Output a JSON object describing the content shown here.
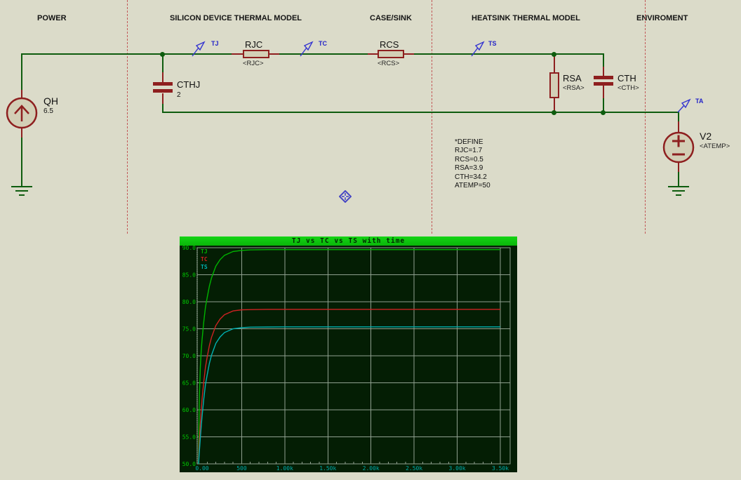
{
  "sections": [
    {
      "label": "POWER"
    },
    {
      "label": "SILICON DEVICE THERMAL MODEL"
    },
    {
      "label": "CASE/SINK"
    },
    {
      "label": "HEATSINK THERMAL MODEL"
    },
    {
      "label": "ENVIROMENT"
    }
  ],
  "components": {
    "qh": {
      "name": "QH",
      "value": "6.5"
    },
    "cthj": {
      "name": "CTHJ",
      "value": "2"
    },
    "rjc": {
      "name": "RJC",
      "param": "<RJC>"
    },
    "rcs": {
      "name": "RCS",
      "param": "<RCS>"
    },
    "rsa": {
      "name": "RSA",
      "param": "<RSA>"
    },
    "cth": {
      "name": "CTH",
      "param": "<CTH>"
    },
    "v2": {
      "name": "V2",
      "param": "<ATEMP>"
    }
  },
  "probes": {
    "tj": "TJ",
    "tc": "TC",
    "ts": "TS",
    "ta": "TA"
  },
  "define_block": [
    "*DEFINE",
    "RJC=1.7",
    "RCS=0.5",
    "RSA=3.9",
    "CTH=34.2",
    "ATEMP=50"
  ],
  "colors": {
    "background": "#DBDBC9",
    "wire_green": "#0E5C0E",
    "pin_red": "#8E1F1F",
    "probe_blue": "#2424C8",
    "divider_red": "#C25858",
    "chart_bg": "#041E04",
    "chart_titlebar": "#0AC60A",
    "grid_line": "#8FA08F",
    "tj_green": "#00B400",
    "tc_red": "#CC2222",
    "ts_cyan": "#00B2B2",
    "x_label": "#00AAAA",
    "y_label": "#00C800"
  },
  "chart_data": {
    "type": "line",
    "title": "TJ vs TC vs TS with time",
    "xlabel": "",
    "ylabel": "",
    "xlim": [
      0,
      3500
    ],
    "ylim": [
      50,
      90
    ],
    "grid": true,
    "legend_position": "top-left",
    "xticks": [
      0,
      500,
      1000,
      1500,
      2000,
      2500,
      3000,
      3500
    ],
    "xtick_labels": [
      "0.00",
      "500",
      "1.00k",
      "1.50k",
      "2.00k",
      "2.50k",
      "3.00k",
      "3.50k"
    ],
    "yticks": [
      50,
      55,
      60,
      65,
      70,
      75,
      80,
      85,
      90
    ],
    "ytick_labels": [
      "50.0",
      "55.0",
      "60.0",
      "65.0",
      "70.0",
      "75.0",
      "80.0",
      "85.0",
      "90.0"
    ],
    "x_minor_step": 100,
    "x": [
      0,
      5,
      10,
      20,
      30,
      40,
      60,
      80,
      100,
      125,
      150,
      200,
      250,
      300,
      400,
      500,
      600,
      800,
      1000,
      1500,
      2000,
      2500,
      3000,
      3500
    ],
    "series": [
      {
        "name": "TJ",
        "color": "#00B400",
        "values": [
          50,
          57.9,
          62.7,
          67.9,
          70.8,
          72.9,
          76.3,
          79.0,
          80.8,
          82.9,
          84.4,
          86.6,
          87.8,
          88.6,
          89.3,
          89.5,
          89.6,
          89.65,
          89.65,
          89.65,
          89.65,
          89.65,
          89.65,
          89.65
        ]
      },
      {
        "name": "TC",
        "color": "#CC2222",
        "values": [
          50,
          52.4,
          54.4,
          57.4,
          59.8,
          61.9,
          65.2,
          67.9,
          69.8,
          71.9,
          73.4,
          75.6,
          76.8,
          77.6,
          78.3,
          78.5,
          78.55,
          78.6,
          78.6,
          78.6,
          78.6,
          78.6,
          78.6,
          78.6
        ]
      },
      {
        "name": "TS",
        "color": "#00B2B2",
        "values": [
          50,
          51.3,
          52.5,
          54.8,
          56.9,
          58.7,
          62.0,
          64.7,
          66.5,
          68.6,
          70.1,
          72.3,
          73.5,
          74.3,
          75.0,
          75.2,
          75.3,
          75.33,
          75.35,
          75.35,
          75.35,
          75.35,
          75.35,
          75.35
        ]
      }
    ]
  }
}
